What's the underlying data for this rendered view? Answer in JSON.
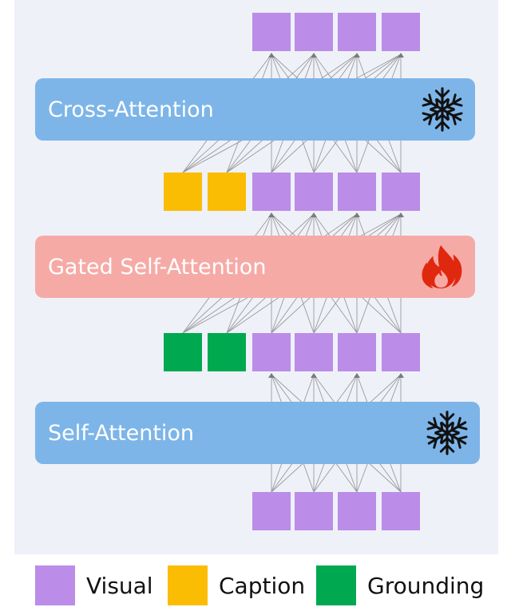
{
  "layers": {
    "cross": {
      "label": "Cross-Attention",
      "icon": "snowflake-icon",
      "status": "frozen",
      "color": "#7db5e8"
    },
    "gated": {
      "label": "Gated Self-Attention",
      "icon": "fire-icon",
      "status": "trainable",
      "color": "#f6aaa6"
    },
    "self": {
      "label": "Self-Attention",
      "icon": "snowflake-icon",
      "status": "frozen",
      "color": "#7db5e8"
    }
  },
  "rows": {
    "top": [
      "visual",
      "visual",
      "visual",
      "visual"
    ],
    "upper": [
      "caption",
      "caption",
      "visual",
      "visual",
      "visual",
      "visual"
    ],
    "lower": [
      "grounding",
      "grounding",
      "visual",
      "visual",
      "visual",
      "visual"
    ],
    "bottom": [
      "visual",
      "visual",
      "visual",
      "visual"
    ]
  },
  "colors": {
    "visual": "#bb8ce8",
    "caption": "#fbbc04",
    "grounding": "#00a84f",
    "panel": "#eff1f8",
    "line": "#9a9a9a"
  },
  "legend": [
    {
      "key": "visual",
      "label": "Visual"
    },
    {
      "key": "caption",
      "label": "Caption"
    },
    {
      "key": "grounding",
      "label": "Grounding"
    }
  ]
}
